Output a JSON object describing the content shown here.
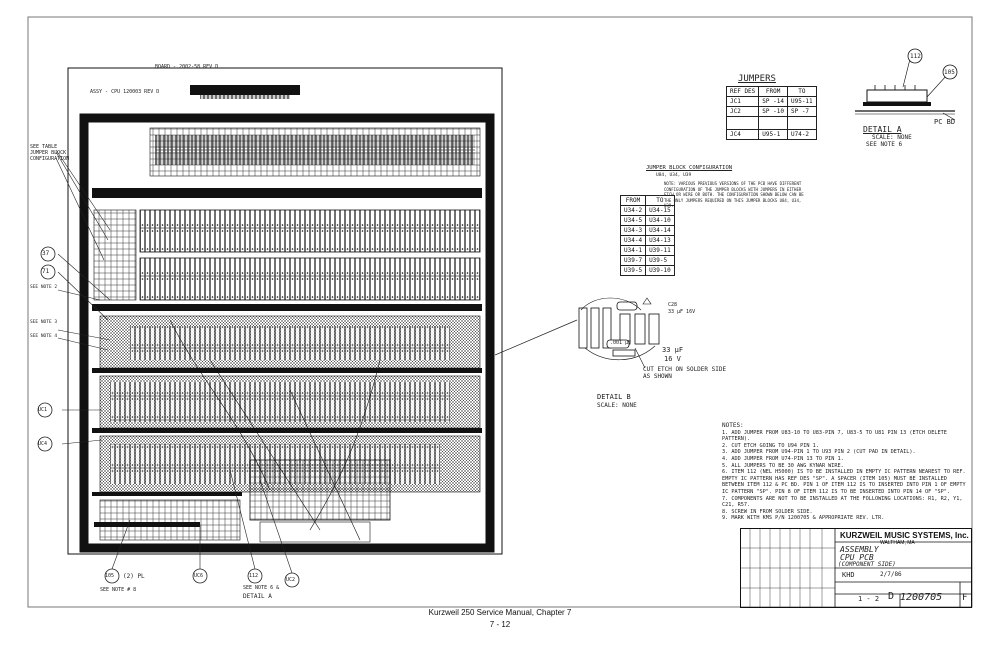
{
  "board": {
    "label_top": "BOARD - 2002-58 REV D",
    "assy_label": "ASSY - CPU 120003 REV D"
  },
  "left_callouts": [
    {
      "text": "SEE TABLE JUMPER BLOCK CONFIGURATION"
    },
    {
      "text": "37"
    },
    {
      "text": "71"
    },
    {
      "text": "SEE NOTE 2"
    },
    {
      "text": "SEE NOTE 3"
    },
    {
      "text": "SEE NOTE 4"
    },
    {
      "text": "UC1"
    },
    {
      "text": "UC4"
    }
  ],
  "bottom_callouts": [
    {
      "bubble": "105",
      "text": "(2) PL",
      "sub": "SEE NOTE # 8"
    },
    {
      "bubble": "UC6",
      "text": "",
      "sub": ""
    },
    {
      "bubble": "112",
      "text": "SEE NOTE 6 &",
      "sub": "DETAIL A"
    },
    {
      "bubble": "UC2",
      "text": "",
      "sub": ""
    }
  ],
  "jumpers": {
    "title": "JUMPERS",
    "headers": [
      "REF DES",
      "FROM",
      "TO"
    ],
    "rows": [
      [
        "JC1",
        "SP -14",
        "U95-11"
      ],
      [
        "JC2",
        "SP -10",
        "SP -7"
      ],
      [
        "JC4",
        "U95-1",
        "U74-2"
      ]
    ]
  },
  "detail_a": {
    "part_112": "112",
    "part_105": "105",
    "pcbd": "PC BD",
    "title": "DETAIL A",
    "scale": "SCALE: NONE",
    "see_note": "SEE NOTE 6"
  },
  "jumper_block": {
    "title": "JUMPER BLOCK CONFIGURATION",
    "subtitle": "U84, U34, U39",
    "note": "NOTE: VARIOUS PREVIOUS VERSIONS OF THE PCB HAVE DIFFERENT CONFIGURATION OF THE JUMPER BLOCKS WITH JUMPERS IN EITHER ETCH OR WIRE OR BOTH. THE CONFIGURATION SHOWN BELOW CAN BE THE ONLY JUMPERS REQUIRED ON THIS JUMPER BLOCKS U84, U34, U39.",
    "headers": [
      "FROM",
      "TO"
    ],
    "rows": [
      [
        "U34-2",
        "U34-15"
      ],
      [
        "U34-5",
        "U34-10"
      ],
      [
        "U34-3",
        "U34-14"
      ],
      [
        "U34-4",
        "U34-13"
      ],
      [
        "U34-1",
        "U39-11"
      ],
      [
        "U39-7",
        "U39-5"
      ],
      [
        "U39-5",
        "U39-10"
      ]
    ]
  },
  "detail_b": {
    "title": "DETAIL B",
    "scale": "SCALE: NONE",
    "cap_c28": "C28",
    "cap_c28_val": "33 µF 16V",
    "cap_c27_val": ".001 µF",
    "cap_big": "33 µF",
    "cap_big_v": "16 V",
    "cut_note": "CUT ETCH ON SOLDER SIDE AS SHOWN"
  },
  "notes": {
    "title": "NOTES:",
    "items": [
      "1. ADD JUMPER FROM U83-10 TO U83-PIN 7, U83-5 TO U81 PIN 13 (ETCH DELETE PATTERN).",
      "2. CUT ETCH GOING TO U94 PIN 1.",
      "3. ADD JUMPER FROM U94-PIN 1 TO U93 PIN 2 (CUT PAD IN DETAIL).",
      "4. ADD JUMPER FROM U74-PIN 13 TO PIN 1.",
      "5. ALL JUMPERS TO BE 30 AWG KYNAR WIRE.",
      "6. ITEM 112 (NEL H5000) IS TO BE INSTALLED IN EMPTY IC PATTERN NEAREST TO REF. EMPTY IC PATTERN HAS REF DES \"SP\". A SPACER (ITEM 105) MUST BE INSTALLED BETWEEN ITEM 112 & PC BD. PIN 1 OF ITEM 112 IS TO INSERTED INTO PIN 1 OF EMPTY IC PATTERN \"SP\". PIN 8 OF ITEM 112 IS TO BE INSERTED INTO PIN 14 OF \"SP\".",
      "7. COMPONENTS ARE NOT TO BE INSTALLED AT THE FOLLOWING LOCATIONS: R1, R2, Y1, C21, R57.",
      "8. SCREW IN FROM SOLDER SIDE.",
      "9. MARK WITH KMS P/N 1200705 & APPROPRIATE REV. LTR."
    ]
  },
  "title_block": {
    "company": "KURZWEIL MUSIC SYSTEMS, Inc.",
    "city": "WALTHAM, MA",
    "title_line1": "ASSEMBLY",
    "title_line2": "CPU PCB",
    "title_line3": "(COMPONENT SIDE)",
    "drawn": "KHD",
    "date": "2/7/86",
    "check": "",
    "sheet": "1 - 2",
    "size": "D",
    "number": "1200705",
    "rev": "F"
  },
  "footer": {
    "line1": "Kurzweil 250 Service Manual, Chapter 7",
    "line2": "7 - 12"
  }
}
